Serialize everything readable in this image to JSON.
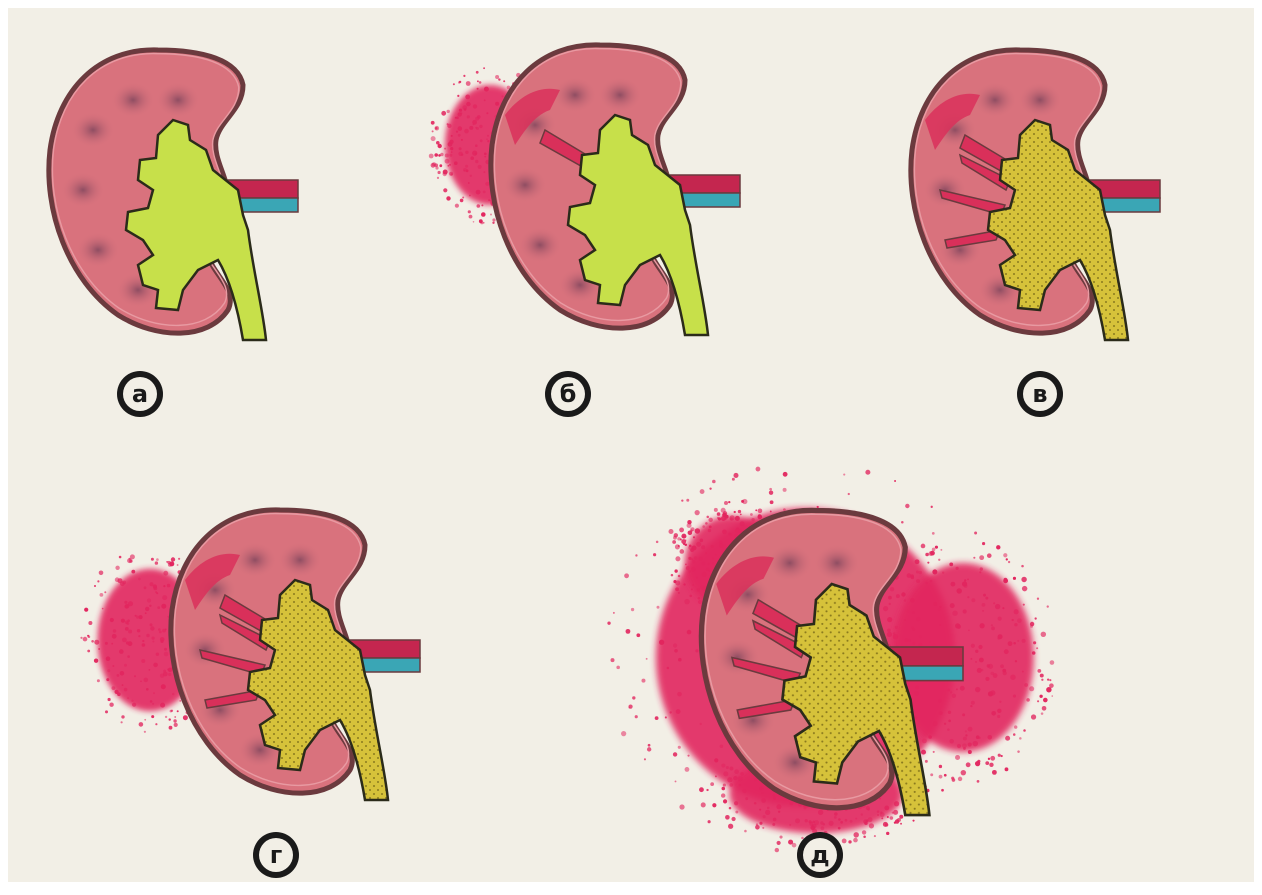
{
  "labels": {
    "a": "а",
    "b": "б",
    "v": "в",
    "g": "г",
    "d": "д"
  },
  "colors": {
    "background": "#f2efe6",
    "kidney": "#d9727d",
    "kidney_outline": "#6b3a3e",
    "cortex_red": "#d9305a",
    "pelvis": "#c7e04a",
    "artery": "#c4264f",
    "vein": "#3aa6b5",
    "hemorrhage": "#e2255e"
  }
}
